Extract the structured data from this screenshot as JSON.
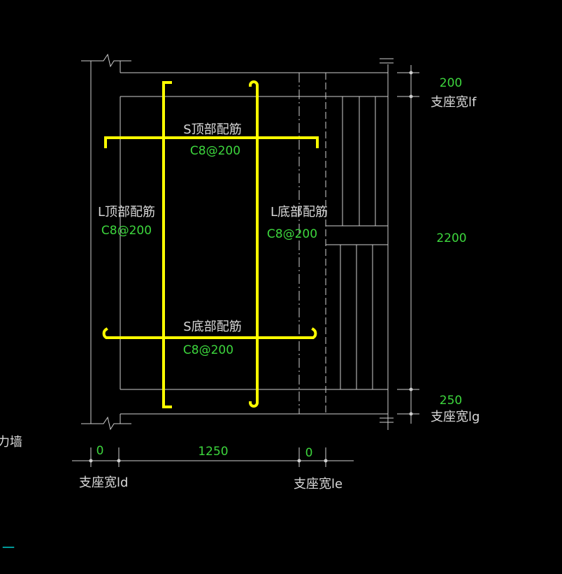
{
  "colors": {
    "background": "#000000",
    "lines": "#cfcfcf",
    "rebar": "#ffff00",
    "label_text": "#d8d8d8",
    "value_text": "#3dd63d",
    "cut_off_text": "#00cccc"
  },
  "rebar_labels": {
    "s_top": {
      "name": "S顶部配筋",
      "spec": "C8@200"
    },
    "s_bottom": {
      "name": "S底部配筋",
      "spec": "C8@200"
    },
    "l_top": {
      "name": "L顶部配筋",
      "spec": "C8@200"
    },
    "l_bottom": {
      "name": "L底部配筋",
      "spec": "C8@200"
    }
  },
  "dimensions": {
    "top_right_value": "200",
    "top_right_label": "支座宽lf",
    "middle_right_value": "2200",
    "bottom_right_value": "250",
    "bottom_right_label": "支座宽lg",
    "bottom_left_value": "0",
    "bottom_span_value": "1250",
    "bottom_mid_value": "0",
    "bottom_left_label": "支座宽ld",
    "bottom_mid_label": "支座宽le"
  },
  "edge_fragments": {
    "left_partial": "力墙",
    "bottom_left_partial": "一"
  }
}
